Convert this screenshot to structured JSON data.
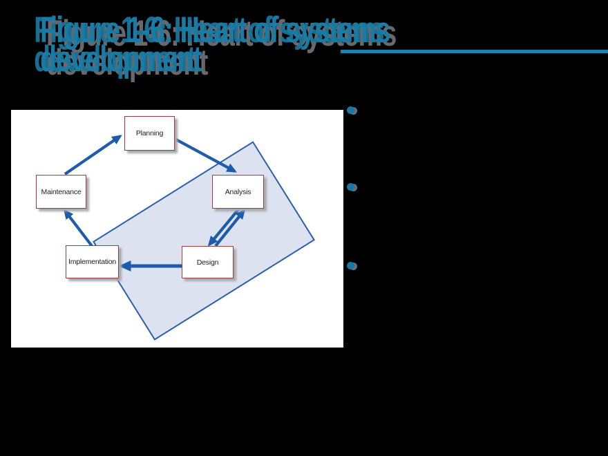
{
  "slide": {
    "title_lines": [
      "Figure 1-6: Heart of systems",
      "development"
    ],
    "title_full": "Figure 1-6: Heart of systems development",
    "accent_color": "#1a7ba4",
    "background_color": "#000000",
    "bullet_count": 3
  },
  "diagram": {
    "panel_color": "#ffffff",
    "arrow_color": "#1e5cab",
    "node_border_color": "#9d3c3c",
    "highlight_fill": "#dde2f1",
    "highlight_border": "#2b5fae",
    "highlight_shape": "rotated-rectangle",
    "highlight_covers": [
      "Analysis",
      "Design"
    ],
    "nodes": [
      {
        "id": "planning",
        "label": "Planning"
      },
      {
        "id": "analysis",
        "label": "Analysis"
      },
      {
        "id": "design",
        "label": "Design"
      },
      {
        "id": "implementation",
        "label": "Implementation"
      },
      {
        "id": "maintenance",
        "label": "Maintenance"
      }
    ],
    "edges": [
      {
        "from": "Maintenance",
        "to": "Planning"
      },
      {
        "from": "Planning",
        "to": "Analysis"
      },
      {
        "from": "Analysis",
        "to": "Design"
      },
      {
        "from": "Design",
        "to": "Analysis"
      },
      {
        "from": "Design",
        "to": "Implementation"
      },
      {
        "from": "Implementation",
        "to": "Maintenance"
      }
    ]
  }
}
